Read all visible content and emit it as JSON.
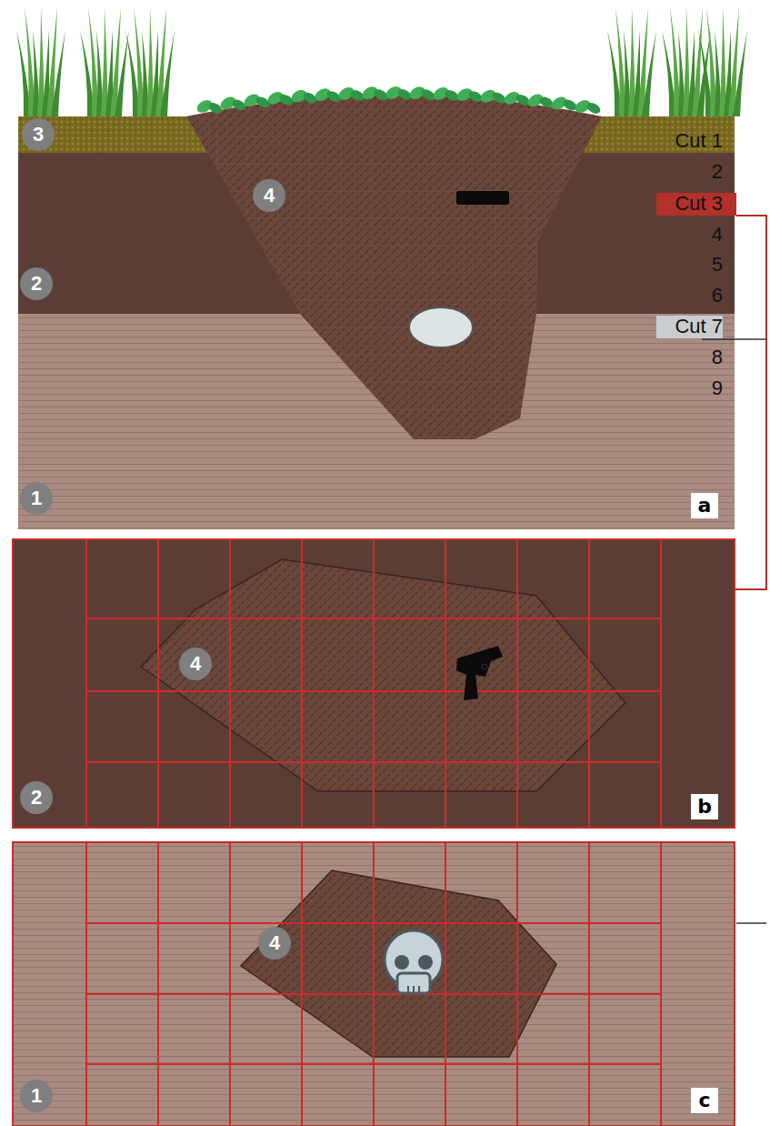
{
  "diagram": {
    "labels": [
      "3",
      "Cut 1",
      "2",
      "4",
      "Cut 3",
      "4",
      "2",
      "5",
      "6",
      "Cut 7",
      "8",
      "9",
      "1",
      "a",
      "4",
      "2",
      "b",
      "4",
      "1",
      "c"
    ]
  }
}
